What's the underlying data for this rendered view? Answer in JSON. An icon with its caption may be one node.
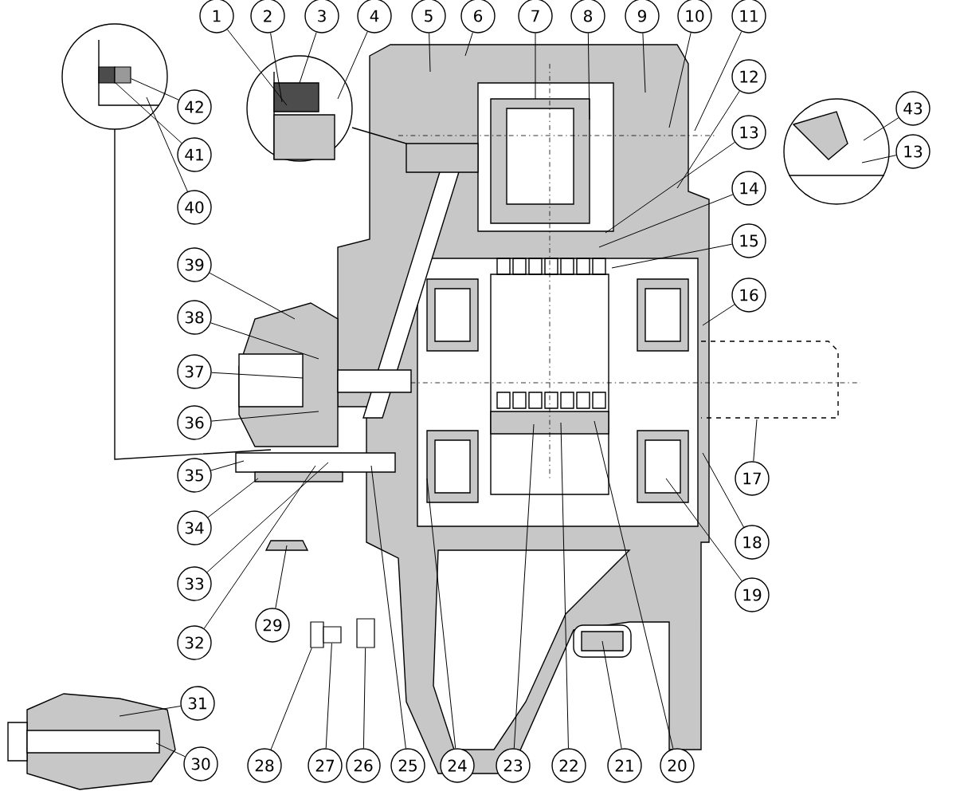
{
  "diagram": {
    "nodes": [
      {
        "text": [
          "1"
        ]
      },
      {
        "text": [
          "2"
        ]
      },
      {
        "text": [
          "3"
        ]
      },
      {
        "text": [
          "4"
        ]
      },
      {
        "text": [
          "5"
        ]
      },
      {
        "text": [
          "6"
        ]
      },
      {
        "text": [
          "7"
        ]
      },
      {
        "text": [
          "8"
        ]
      },
      {
        "text": [
          "9"
        ]
      },
      {
        "text": [
          "10"
        ]
      },
      {
        "text": [
          "11"
        ]
      },
      {
        "text": [
          "12"
        ]
      },
      {
        "text": [
          "13"
        ]
      },
      {
        "text": [
          "14"
        ]
      },
      {
        "text": [
          "15"
        ]
      },
      {
        "text": [
          "16"
        ]
      },
      {
        "text": [
          "17"
        ]
      },
      {
        "text": [
          "18"
        ]
      },
      {
        "text": [
          "19"
        ]
      },
      {
        "text": [
          "20"
        ]
      },
      {
        "text": [
          "21"
        ]
      },
      {
        "text": [
          "22"
        ]
      },
      {
        "text": [
          "23"
        ]
      },
      {
        "text": [
          "24"
        ]
      },
      {
        "text": [
          "25"
        ]
      },
      {
        "text": [
          "26"
        ]
      },
      {
        "text": [
          "27"
        ]
      },
      {
        "text": [
          "28"
        ]
      },
      {
        "text": [
          "29"
        ]
      },
      {
        "text": [
          "30"
        ]
      },
      {
        "text": [
          "31"
        ]
      },
      {
        "text": [
          "32"
        ]
      },
      {
        "text": [
          "33"
        ]
      },
      {
        "text": [
          "34"
        ]
      },
      {
        "text": [
          "35"
        ]
      },
      {
        "text": [
          "36"
        ]
      },
      {
        "text": [
          "37"
        ]
      },
      {
        "text": [
          "38"
        ]
      },
      {
        "text": [
          "39"
        ]
      },
      {
        "text": [
          "40"
        ]
      },
      {
        "text": [
          "41"
        ]
      },
      {
        "text": [
          "42"
        ]
      },
      {
        "text": [
          "43"
        ]
      },
      {
        "text": [
          "13"
        ]
      },
      {
        "text": [],
        "shape": "box"
      },
      {
        "text": [],
        "shape": "box"
      },
      {
        "text": [],
        "shape": "box"
      },
      {
        "text": [],
        "shape": "box"
      },
      {
        "text": [],
        "shape": "box"
      }
    ],
    "edges": [
      {
        "from": 0,
        "to": null,
        "arrow": "none"
      },
      {
        "from": 1,
        "to": null,
        "arrow": "none"
      },
      {
        "from": 2,
        "to": null,
        "arrow": "none"
      },
      {
        "from": 3,
        "to": null,
        "arrow": "none"
      },
      {
        "from": 4,
        "to": null,
        "arrow": "none"
      },
      {
        "from": 5,
        "to": null,
        "arrow": "none"
      },
      {
        "from": 6,
        "to": null,
        "arrow": "none"
      },
      {
        "from": 7,
        "to": null,
        "arrow": "none"
      },
      {
        "from": 8,
        "to": null,
        "arrow": "none"
      },
      {
        "from": 9,
        "to": null,
        "arrow": "none"
      },
      {
        "from": 10,
        "to": null,
        "arrow": "none"
      },
      {
        "from": 11,
        "to": null,
        "arrow": "none"
      },
      {
        "from": 12,
        "to": null,
        "arrow": "none"
      },
      {
        "from": 13,
        "to": null,
        "arrow": "none"
      },
      {
        "from": 14,
        "to": null,
        "arrow": "none"
      },
      {
        "from": 15,
        "to": null,
        "arrow": "none"
      },
      {
        "from": 16,
        "to": null,
        "arrow": "none"
      },
      {
        "from": 17,
        "to": null,
        "arrow": "none"
      },
      {
        "from": 18,
        "to": null,
        "arrow": "none"
      },
      {
        "from": 19,
        "to": null,
        "arrow": "none"
      },
      {
        "from": 20,
        "to": null,
        "arrow": "none"
      },
      {
        "from": 21,
        "to": null,
        "arrow": "none"
      },
      {
        "from": 22,
        "to": null,
        "arrow": "none"
      },
      {
        "from": 23,
        "to": null,
        "arrow": "none"
      },
      {
        "from": 24,
        "to": null,
        "arrow": "none"
      },
      {
        "from": 25,
        "to": 48,
        "arrow": "none"
      },
      {
        "from": 26,
        "to": 47,
        "arrow": "none"
      },
      {
        "from": 27,
        "to": 46,
        "arrow": "none"
      },
      {
        "from": 28,
        "to": null,
        "arrow": "none"
      },
      {
        "from": 29,
        "to": null,
        "arrow": "none"
      },
      {
        "from": 30,
        "to": null,
        "arrow": "none"
      },
      {
        "from": 31,
        "to": null,
        "arrow": "none"
      },
      {
        "from": 32,
        "to": null,
        "arrow": "none"
      },
      {
        "from": 33,
        "to": null,
        "arrow": "none"
      },
      {
        "from": 34,
        "to": null,
        "arrow": "none"
      },
      {
        "from": 35,
        "to": null,
        "arrow": "none"
      },
      {
        "from": 36,
        "to": null,
        "arrow": "none"
      },
      {
        "from": 37,
        "to": null,
        "arrow": "none"
      },
      {
        "from": 38,
        "to": null,
        "arrow": "none"
      },
      {
        "from": 39,
        "to": null,
        "arrow": "none"
      },
      {
        "from": 40,
        "to": 44,
        "arrow": "none"
      },
      {
        "from": 41,
        "to": 45,
        "arrow": "none"
      },
      {
        "from": 42,
        "to": null,
        "arrow": "none"
      },
      {
        "from": 43,
        "to": null,
        "arrow": "none"
      }
    ]
  }
}
